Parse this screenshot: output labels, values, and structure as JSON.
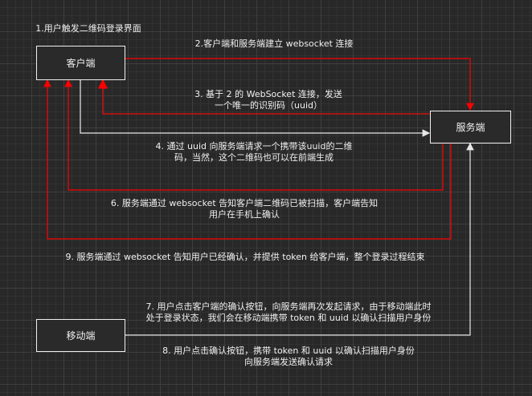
{
  "nodes": {
    "client": "客户端",
    "server": "服务端",
    "mobile": "移动端"
  },
  "steps": {
    "s1": "1.用户触发二维码登录界面",
    "s2": "2.客户端和服务端建立 websocket 连接",
    "s3": [
      "3. 基于 2  的 WebSocket  连接，发送",
      "一个唯一的识别码（uuid）"
    ],
    "s4": [
      "4. 通过 uuid 向服务端请求一个携带该uuid的二维",
      "码，当然，这个二维码也可以在前端生成"
    ],
    "s6": [
      "6. 服务端通过 websocket 告知客户端二维码已被扫描，客户端告知",
      "用户在手机上确认"
    ],
    "s9": "9. 服务端通过 websocket 告知用户已经确认，并提供 token 给客户端，整个登录过程结束",
    "s7": [
      "7. 用户点击客户端的确认按钮，向服务端再次发起请求，由于移动端此时",
      "处于登录状态，我们会在移动端携带 token 和 uuid 以确认扫描用户身份"
    ],
    "s8": [
      "8. 用户点击确认按钮，携带 token 和 uuid 以确认扫描用户身份",
      "向服务端发送确认请求"
    ]
  },
  "colors": {
    "red": "#ff0000",
    "dark_red": "#cc1010",
    "white": "#e8e8e8"
  }
}
